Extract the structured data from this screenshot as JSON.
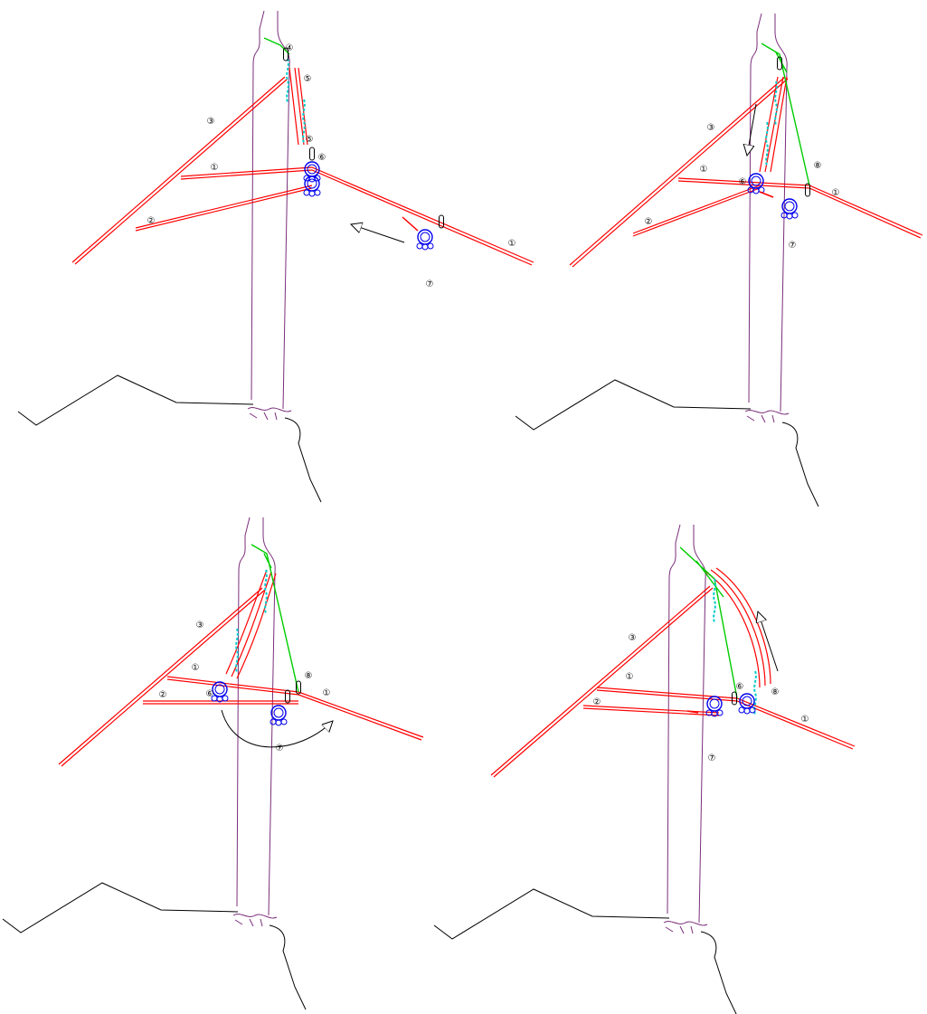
{
  "colors": {
    "rope": "#ff0000",
    "sling": "#00cc00",
    "hardware": "#0000ee",
    "carabiner": "#000000",
    "prusik": "#00cccc",
    "trunk": "#7a2e7a",
    "ground": "#000000",
    "arrow": "#000000"
  },
  "panels": [
    {
      "id": "panel-1",
      "labels": [
        "1",
        "1",
        "2",
        "3",
        "4",
        "5",
        "5",
        "6",
        "7"
      ]
    },
    {
      "id": "panel-2",
      "labels": [
        "1",
        "1",
        "2",
        "3",
        "6",
        "7",
        "8"
      ]
    },
    {
      "id": "panel-3",
      "labels": [
        "1",
        "1",
        "2",
        "3",
        "6",
        "7",
        "8"
      ]
    },
    {
      "id": "panel-4",
      "labels": [
        "1",
        "1",
        "2",
        "3",
        "6",
        "7",
        "8"
      ]
    }
  ],
  "glyphs": {
    "1": "①",
    "2": "②",
    "3": "③",
    "4": "④",
    "5": "⑤",
    "6": "⑥",
    "7": "⑦",
    "8": "⑧"
  },
  "arrows": [
    {
      "panel": "panel-1",
      "name": "move-left-arrow"
    },
    {
      "panel": "panel-2",
      "name": "move-down-arrow"
    },
    {
      "panel": "panel-3",
      "name": "swing-right-arrow"
    },
    {
      "panel": "panel-4",
      "name": "move-up-arrow"
    }
  ]
}
